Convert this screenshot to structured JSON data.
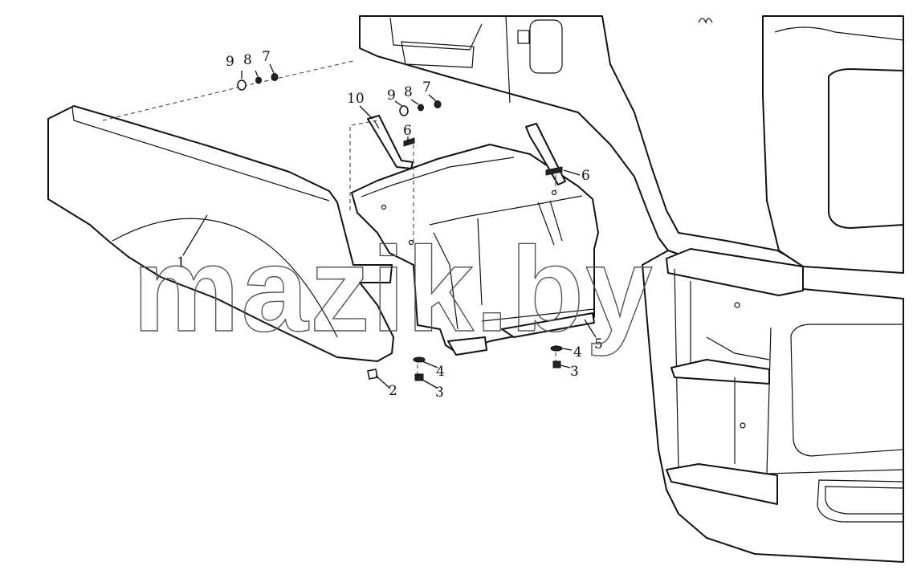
{
  "watermark": "mazik.by",
  "colors": {
    "line": "#111111",
    "background": "#ffffff",
    "watermark_outline": "#555555"
  },
  "callouts": {
    "c1": "1",
    "c2": "2",
    "c3a": "3",
    "c3b": "3",
    "c4a": "4",
    "c4b": "4",
    "c5": "5",
    "c6a": "6",
    "c6b": "6",
    "c7a": "7",
    "c7b": "7",
    "c8a": "8",
    "c8b": "8",
    "c9a": "9",
    "c9b": "9",
    "c10": "10"
  }
}
